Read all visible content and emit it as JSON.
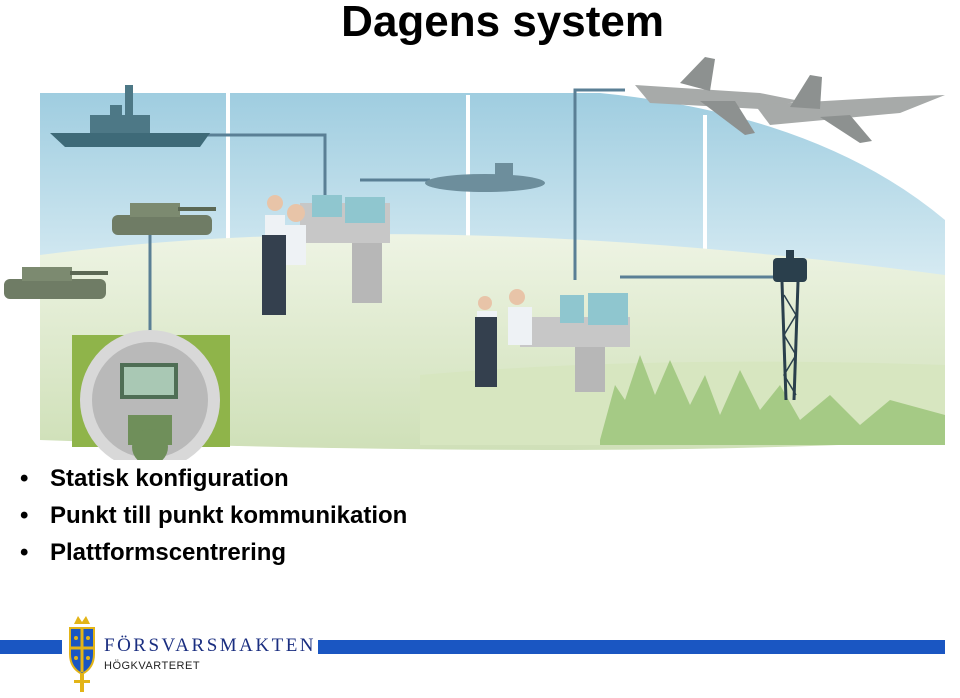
{
  "slide": {
    "title": "Dagens system"
  },
  "bullets": [
    "Statisk konfiguration",
    "Punkt till punkt kommunikation",
    "Plattformscentrering"
  ],
  "footer": {
    "brand": "FÖRSVARSMAKTEN",
    "subtitle": "HÖGKVARTERET",
    "bar_color": "#1a56c2"
  },
  "colors": {
    "sky": "#b7dbe9",
    "ground": "#d6e4c4",
    "vehicle": "#6f7c65",
    "console": "#c7c7c7",
    "link_line": "#5a7f95"
  },
  "icons": [
    "warship-icon",
    "submarine-icon",
    "tank-icon",
    "fighter-jet-icon",
    "radar-tower-icon",
    "operator-icon",
    "crest-icon"
  ]
}
